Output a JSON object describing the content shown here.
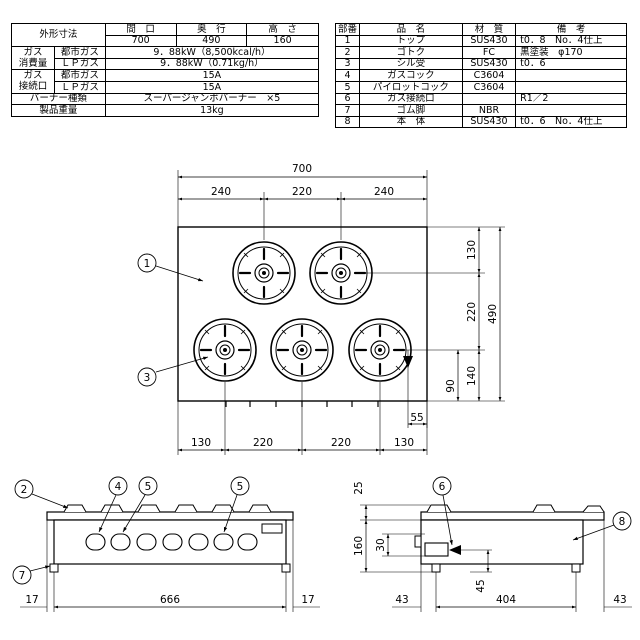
{
  "spec_left": {
    "outer_label": "外形寸法",
    "dim_headers": [
      "間　口",
      "奥　行",
      "高　さ"
    ],
    "dim_values": [
      "700",
      "490",
      "160"
    ],
    "gas_label_1": "ガス",
    "gas_label_2": "消費量",
    "city_gas": "都市ガス",
    "lp_gas": "ＬＰガス",
    "consumption_city": "9．88kW（8,500kcal/h）",
    "consumption_lp": "9．88kW（0.71kg/h）",
    "conn_label_1": "ガス",
    "conn_label_2": "接続口",
    "conn_city": "15A",
    "conn_lp": "15A",
    "burner_label": "バーナー種類",
    "burner_value": "スーパージャンボバーナー　×5",
    "weight_label": "製品重量",
    "weight_value": "13kg"
  },
  "parts_table": {
    "headers": [
      "部番",
      "品　名",
      "材　質",
      "備　考"
    ],
    "rows": [
      [
        "1",
        "トップ",
        "SUS430",
        "t0．8　No．4仕上"
      ],
      [
        "2",
        "ゴトク",
        "FC",
        "黒塗装　φ170"
      ],
      [
        "3",
        "シル受",
        "SUS430",
        "t0．6"
      ],
      [
        "4",
        "ガスコック",
        "C3604",
        ""
      ],
      [
        "5",
        "パイロットコック",
        "C3604",
        ""
      ],
      [
        "6",
        "ガス接続口",
        "",
        "R1／2"
      ],
      [
        "7",
        "ゴム脚",
        "NBR",
        ""
      ],
      [
        "8",
        "本　体",
        "SUS430",
        "t0．6　No．4仕上"
      ]
    ]
  },
  "top_view": {
    "dim_total_width": "700",
    "dim_top": [
      "240",
      "220",
      "240"
    ],
    "dim_bottom": [
      "130",
      "220",
      "220",
      "130"
    ],
    "dim_right_total": "490",
    "dim_right_segments": [
      "130",
      "220",
      "140"
    ],
    "dim_90": "90",
    "dim_55": "55",
    "callout_1": "1",
    "callout_3": "3"
  },
  "front_view": {
    "dim_left": "17",
    "dim_mid": "666",
    "dim_right": "17",
    "callout_2": "2",
    "callout_4": "4",
    "callout_5a": "5",
    "callout_5b": "5",
    "callout_7": "7"
  },
  "side_view": {
    "dim_25": "25",
    "dim_160": "160",
    "dim_30": "30",
    "dim_45": "45",
    "dim_left": "43",
    "dim_mid": "404",
    "dim_right": "43",
    "callout_6": "6",
    "callout_8": "8"
  }
}
